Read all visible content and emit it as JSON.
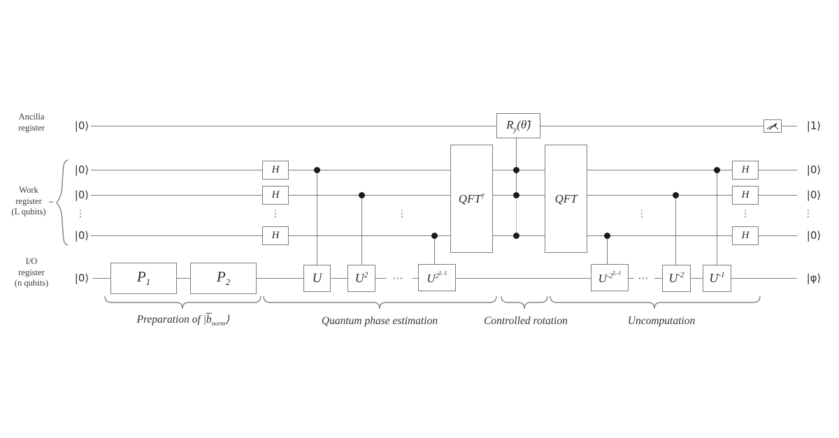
{
  "registers": {
    "ancilla": {
      "lines": [
        "Ancilla",
        "register"
      ],
      "input": "|0⟩",
      "output": "|1⟩"
    },
    "work": {
      "lines": [
        "Work",
        "register",
        "(L qubits)"
      ],
      "connector": "~",
      "inputs": [
        "|0⟩",
        "|0⟩",
        "|0⟩"
      ],
      "outputs": [
        "|0⟩",
        "|0⟩",
        "|0⟩"
      ]
    },
    "io": {
      "lines": [
        "I/O",
        "register",
        "(n qubits)"
      ],
      "input": "|0⟩",
      "output": "|φ⟩"
    }
  },
  "gates": {
    "p1": {
      "base": "P",
      "sub": "1"
    },
    "p2": {
      "base": "P",
      "sub": "2"
    },
    "h": "H",
    "u": "U",
    "u2": {
      "base": "U",
      "sup": "2"
    },
    "u_2l": {
      "base": "U",
      "sup_base": "2",
      "sup_exp": "L-1"
    },
    "u_neg2l": {
      "base": "U",
      "sup_base": "-2",
      "sup_exp": "L-1"
    },
    "u_neg2": {
      "base": "U",
      "sup": "-2"
    },
    "u_neg1": {
      "base": "U",
      "sup": "-1"
    },
    "qft_dagger": {
      "base": "QFT",
      "sup": "†"
    },
    "qft": {
      "base": "QFT"
    },
    "ry": {
      "base": "R",
      "sub": "y",
      "arg": "(θ̃)"
    }
  },
  "stages": {
    "preparation": {
      "prefix": "Preparation of ",
      "ket_open": "|",
      "ket_symbol": "b",
      "ket_sub": "norm",
      "ket_close": "⟩"
    },
    "qpe": {
      "label": "Quantum phase estimation"
    },
    "rotation": {
      "label": "Controlled rotation"
    },
    "uncomputation": {
      "label": "Uncomputation"
    }
  },
  "ellipses": {
    "horizontal": "⋯",
    "vertical": "⋮"
  },
  "colors": {
    "wire": "#7c7c7c",
    "text": "#2c2c2c",
    "dot": "#1a1a1a"
  }
}
